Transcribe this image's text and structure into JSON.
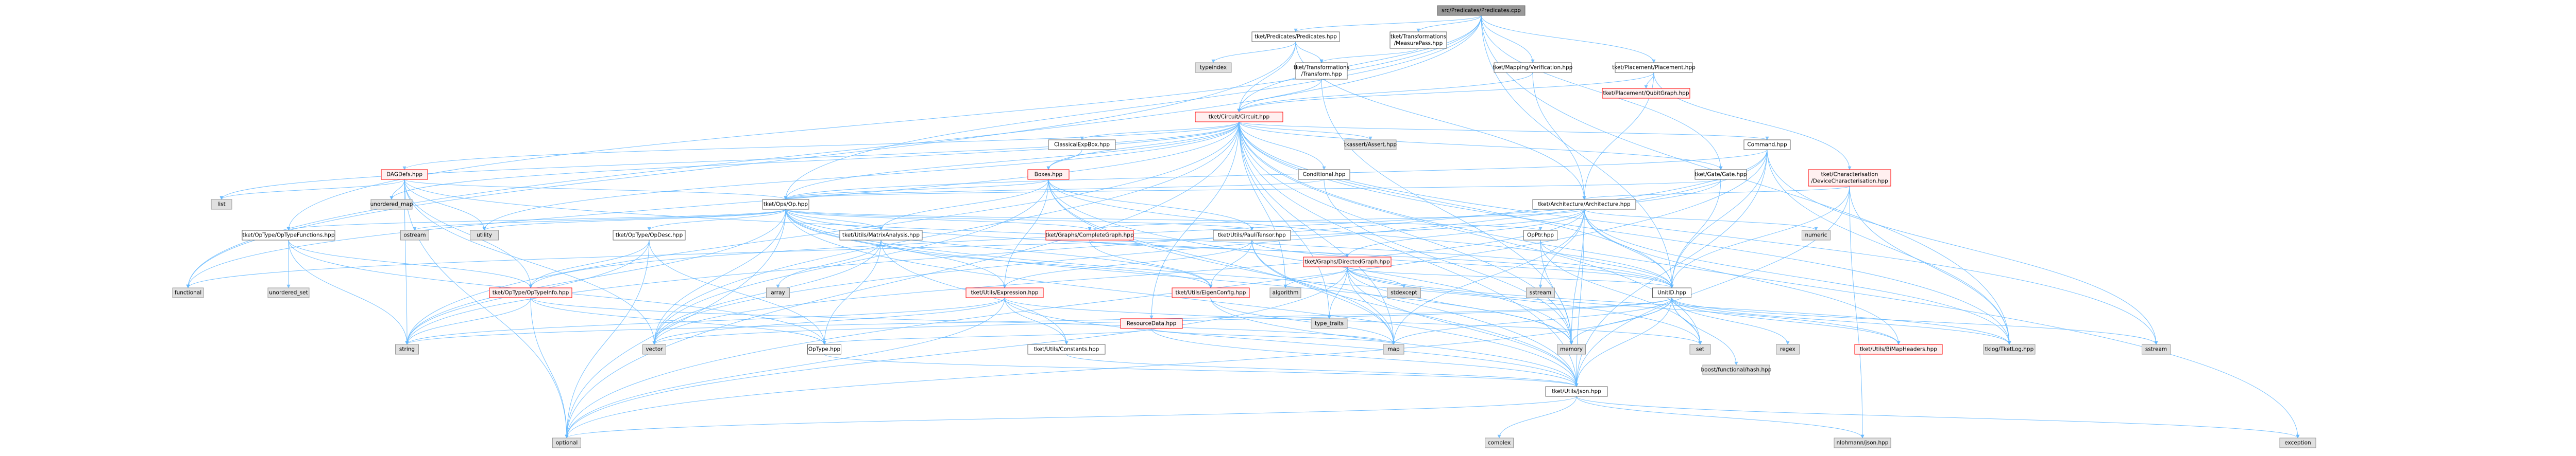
{
  "colors": {
    "root_fill": "#999999",
    "root_border": "#666666",
    "local_fill": "#ffffff",
    "local_border": "#666666",
    "red_fill": "#fff0f0",
    "red_border": "#ff0000",
    "red_text": "#ff0000",
    "ext_fill": "#e0e0e0",
    "ext_border": "#999999",
    "edge": "#63b8ff"
  },
  "nodes": [
    {
      "id": "root",
      "kind": "root",
      "lines": [
        "src/Predicates/Predicates.cpp"
      ]
    },
    {
      "id": "pred_hpp",
      "kind": "local",
      "lines": [
        "tket/Predicates/Predicates.hpp"
      ]
    },
    {
      "id": "measrw",
      "kind": "local",
      "lines": [
        "tket/Transformations",
        "/MeasurePass.hpp"
      ]
    },
    {
      "id": "mapverif",
      "kind": "local",
      "lines": [
        "tket/Mapping/Verification.hpp"
      ]
    },
    {
      "id": "placement",
      "kind": "local",
      "lines": [
        "tket/Placement/Placement.hpp"
      ]
    },
    {
      "id": "typeindex",
      "kind": "ext",
      "lines": [
        "typeindex"
      ]
    },
    {
      "id": "transform",
      "kind": "local",
      "lines": [
        "tket/Transformations",
        "/Transform.hpp"
      ]
    },
    {
      "id": "qubitgraph",
      "kind": "red",
      "lines": [
        "tket/Placement/QubitGraph.hpp"
      ]
    },
    {
      "id": "circuit",
      "kind": "red",
      "lines": [
        "tket/Circuit/Circuit.hpp"
      ]
    },
    {
      "id": "classicalexp",
      "kind": "local",
      "lines": [
        "ClassicalExpBox.hpp"
      ]
    },
    {
      "id": "tkassert",
      "kind": "ext",
      "lines": [
        "tkassert/Assert.hpp"
      ]
    },
    {
      "id": "command",
      "kind": "local",
      "lines": [
        "Command.hpp"
      ]
    },
    {
      "id": "dagdefs",
      "kind": "red",
      "lines": [
        "DAGDefs.hpp"
      ]
    },
    {
      "id": "boxes",
      "kind": "red",
      "lines": [
        "Boxes.hpp"
      ]
    },
    {
      "id": "conditional",
      "kind": "local",
      "lines": [
        "Conditional.hpp"
      ]
    },
    {
      "id": "gate",
      "kind": "local",
      "lines": [
        "tket/Gate/Gate.hpp"
      ]
    },
    {
      "id": "devchar",
      "kind": "red",
      "lines": [
        "tket/Characterisation",
        "/DeviceCharacterisation.hpp"
      ]
    },
    {
      "id": "list",
      "kind": "ext",
      "lines": [
        "list"
      ]
    },
    {
      "id": "unordered_map",
      "kind": "ext",
      "lines": [
        "unordered_map"
      ]
    },
    {
      "id": "op",
      "kind": "local",
      "lines": [
        "tket/Ops/Op.hpp"
      ]
    },
    {
      "id": "architecture",
      "kind": "local",
      "lines": [
        "tket/Architecture/Architecture.hpp"
      ]
    },
    {
      "id": "optypefns",
      "kind": "local",
      "lines": [
        "tket/OpType/OpTypeFunctions.hpp"
      ]
    },
    {
      "id": "ostream",
      "kind": "ext",
      "lines": [
        "ostream"
      ]
    },
    {
      "id": "utility",
      "kind": "ext",
      "lines": [
        "utility"
      ]
    },
    {
      "id": "optypedesc",
      "kind": "local",
      "lines": [
        "tket/OpType/OpDesc.hpp"
      ]
    },
    {
      "id": "matrixanalysis",
      "kind": "local",
      "lines": [
        "tket/Utils/MatrixAnalysis.hpp"
      ]
    },
    {
      "id": "completegraph",
      "kind": "red",
      "lines": [
        "tket/Graphs/CompleteGraph.hpp"
      ]
    },
    {
      "id": "paulitensor",
      "kind": "local",
      "lines": [
        "tket/Utils/PauliTensor.hpp"
      ]
    },
    {
      "id": "directedgraph",
      "kind": "red",
      "lines": [
        "tket/Graphs/DirectedGraph.hpp"
      ]
    },
    {
      "id": "opptr",
      "kind": "local",
      "lines": [
        "OpPtr.hpp"
      ]
    },
    {
      "id": "numeric",
      "kind": "ext",
      "lines": [
        "numeric"
      ]
    },
    {
      "id": "functional",
      "kind": "ext",
      "lines": [
        "functional"
      ]
    },
    {
      "id": "unordered_set",
      "kind": "ext",
      "lines": [
        "unordered_set"
      ]
    },
    {
      "id": "optypeinfo",
      "kind": "red",
      "lines": [
        "tket/OpType/OpTypeInfo.hpp"
      ]
    },
    {
      "id": "array",
      "kind": "ext",
      "lines": [
        "array"
      ]
    },
    {
      "id": "expression",
      "kind": "red",
      "lines": [
        "tket/Utils/Expression.hpp"
      ]
    },
    {
      "id": "eigenconfig",
      "kind": "red",
      "lines": [
        "tket/Utils/EigenConfig.hpp"
      ]
    },
    {
      "id": "resourcedata",
      "kind": "red",
      "lines": [
        "ResourceData.hpp"
      ]
    },
    {
      "id": "algorithm",
      "kind": "ext",
      "lines": [
        "algorithm"
      ]
    },
    {
      "id": "stdexcept",
      "kind": "ext",
      "lines": [
        "stdexcept"
      ]
    },
    {
      "id": "type_traits",
      "kind": "ext",
      "lines": [
        "type_traits"
      ]
    },
    {
      "id": "sstream",
      "kind": "ext",
      "lines": [
        "sstream"
      ]
    },
    {
      "id": "unitid",
      "kind": "local",
      "lines": [
        "UnitID.hpp"
      ]
    },
    {
      "id": "string",
      "kind": "ext",
      "lines": [
        "string"
      ]
    },
    {
      "id": "vector",
      "kind": "ext",
      "lines": [
        "vector"
      ]
    },
    {
      "id": "optype",
      "kind": "local",
      "lines": [
        "OpType.hpp"
      ]
    },
    {
      "id": "constants",
      "kind": "local",
      "lines": [
        "tket/Utils/Constants.hpp"
      ]
    },
    {
      "id": "map",
      "kind": "ext",
      "lines": [
        "map"
      ]
    },
    {
      "id": "memory",
      "kind": "ext",
      "lines": [
        "memory"
      ]
    },
    {
      "id": "set",
      "kind": "ext",
      "lines": [
        "set"
      ]
    },
    {
      "id": "boosthash",
      "kind": "ext",
      "lines": [
        "boost/functional/hash.hpp"
      ]
    },
    {
      "id": "regex",
      "kind": "ext",
      "lines": [
        "regex"
      ]
    },
    {
      "id": "bitmap",
      "kind": "red",
      "lines": [
        "tket/Utils/BiMapHeaders.hpp"
      ]
    },
    {
      "id": "tklog",
      "kind": "ext",
      "lines": [
        "tklog/TketLog.hpp"
      ]
    },
    {
      "id": "sstream2",
      "kind": "ext",
      "lines": [
        "sstream"
      ]
    },
    {
      "id": "json",
      "kind": "local",
      "lines": [
        "tket/Utils/Json.hpp"
      ]
    },
    {
      "id": "optional",
      "kind": "ext",
      "lines": [
        "optional"
      ]
    },
    {
      "id": "complex",
      "kind": "ext",
      "lines": [
        "complex"
      ]
    },
    {
      "id": "nlohmann",
      "kind": "ext",
      "lines": [
        "nlohmann/json.hpp"
      ]
    },
    {
      "id": "exception",
      "kind": "ext",
      "lines": [
        "exception"
      ]
    }
  ],
  "edges": [
    [
      "root",
      "pred_hpp"
    ],
    [
      "root",
      "measrw"
    ],
    [
      "root",
      "mapverif"
    ],
    [
      "root",
      "placement"
    ],
    [
      "root",
      "unitid"
    ],
    [
      "root",
      "gate"
    ],
    [
      "root",
      "op"
    ],
    [
      "root",
      "circuit"
    ],
    [
      "root",
      "optypefns"
    ],
    [
      "root",
      "tklog"
    ],
    [
      "root",
      "functional"
    ],
    [
      "pred_hpp",
      "typeindex"
    ],
    [
      "pred_hpp",
      "transform"
    ],
    [
      "pred_hpp",
      "circuit"
    ],
    [
      "pred_hpp",
      "architecture"
    ],
    [
      "pred_hpp",
      "functional"
    ],
    [
      "measrw",
      "transform"
    ],
    [
      "mapverif",
      "circuit"
    ],
    [
      "mapverif",
      "architecture"
    ],
    [
      "placement",
      "qubitgraph"
    ],
    [
      "placement",
      "circuit"
    ],
    [
      "placement",
      "architecture"
    ],
    [
      "placement",
      "devchar"
    ],
    [
      "transform",
      "circuit"
    ],
    [
      "transform",
      "memory"
    ],
    [
      "circuit",
      "classicalexp"
    ],
    [
      "circuit",
      "tkassert"
    ],
    [
      "circuit",
      "command"
    ],
    [
      "circuit",
      "dagdefs"
    ],
    [
      "circuit",
      "boxes"
    ],
    [
      "circuit",
      "conditional"
    ],
    [
      "circuit",
      "gate"
    ],
    [
      "circuit",
      "list"
    ],
    [
      "circuit",
      "unordered_map"
    ],
    [
      "circuit",
      "op"
    ],
    [
      "circuit",
      "resourcedata"
    ],
    [
      "circuit",
      "algorithm"
    ],
    [
      "circuit",
      "type_traits"
    ],
    [
      "circuit",
      "string"
    ],
    [
      "circuit",
      "vector"
    ],
    [
      "circuit",
      "map"
    ],
    [
      "circuit",
      "memory"
    ],
    [
      "circuit",
      "optional"
    ],
    [
      "circuit",
      "tklog"
    ],
    [
      "circuit",
      "sstream2"
    ],
    [
      "circuit",
      "unitid"
    ],
    [
      "circuit",
      "json"
    ],
    [
      "circuit",
      "exception"
    ],
    [
      "circuit",
      "functional"
    ],
    [
      "circuit",
      "utility"
    ],
    [
      "circuit",
      "set"
    ],
    [
      "classicalexp",
      "boxes"
    ],
    [
      "command",
      "op"
    ],
    [
      "command",
      "unitid"
    ],
    [
      "command",
      "string"
    ],
    [
      "command",
      "vector"
    ],
    [
      "command",
      "tklog"
    ],
    [
      "command",
      "json"
    ],
    [
      "command",
      "sstream2"
    ],
    [
      "command",
      "optional"
    ],
    [
      "dagdefs",
      "list"
    ],
    [
      "dagdefs",
      "unordered_map"
    ],
    [
      "dagdefs",
      "op"
    ],
    [
      "dagdefs",
      "optypeinfo"
    ],
    [
      "dagdefs",
      "unitid"
    ],
    [
      "dagdefs",
      "utility"
    ],
    [
      "dagdefs",
      "string"
    ],
    [
      "dagdefs",
      "vector"
    ],
    [
      "dagdefs",
      "optional"
    ],
    [
      "boxes",
      "op"
    ],
    [
      "boxes",
      "matrixanalysis"
    ],
    [
      "boxes",
      "paulitensor"
    ],
    [
      "boxes",
      "expression"
    ],
    [
      "boxes",
      "unitid"
    ],
    [
      "boxes",
      "json"
    ],
    [
      "boxes",
      "map"
    ],
    [
      "boxes",
      "vector"
    ],
    [
      "boxes",
      "memory"
    ],
    [
      "conditional",
      "op"
    ],
    [
      "conditional",
      "memory"
    ],
    [
      "gate",
      "op"
    ],
    [
      "gate",
      "unitid"
    ],
    [
      "gate",
      "optypeinfo"
    ],
    [
      "devchar",
      "architecture"
    ],
    [
      "devchar",
      "unitid"
    ],
    [
      "devchar",
      "json"
    ],
    [
      "devchar",
      "tklog"
    ],
    [
      "devchar",
      "nlohmann"
    ],
    [
      "op",
      "optypefns"
    ],
    [
      "op",
      "ostream"
    ],
    [
      "op",
      "utility"
    ],
    [
      "op",
      "optypedesc"
    ],
    [
      "op",
      "matrixanalysis"
    ],
    [
      "op",
      "completegraph"
    ],
    [
      "op",
      "paulitensor"
    ],
    [
      "op",
      "expression"
    ],
    [
      "op",
      "eigenconfig"
    ],
    [
      "op",
      "opptr"
    ],
    [
      "op",
      "unitid"
    ],
    [
      "op",
      "json"
    ],
    [
      "op",
      "string"
    ],
    [
      "op",
      "vector"
    ],
    [
      "op",
      "optional"
    ],
    [
      "op",
      "memory"
    ],
    [
      "op",
      "set"
    ],
    [
      "architecture",
      "completegraph"
    ],
    [
      "architecture",
      "directedgraph"
    ],
    [
      "architecture",
      "unitid"
    ],
    [
      "architecture",
      "json"
    ],
    [
      "architecture",
      "numeric"
    ],
    [
      "architecture",
      "bitmap"
    ],
    [
      "architecture",
      "tklog"
    ],
    [
      "architecture",
      "sstream"
    ],
    [
      "architecture",
      "functional"
    ],
    [
      "architecture",
      "vector"
    ],
    [
      "architecture",
      "map"
    ],
    [
      "architecture",
      "memory"
    ],
    [
      "optypefns",
      "unordered_set"
    ],
    [
      "optypefns",
      "optypeinfo"
    ],
    [
      "optypefns",
      "string"
    ],
    [
      "optypefns",
      "optype"
    ],
    [
      "optypedesc",
      "optypeinfo"
    ],
    [
      "optypedesc",
      "optional"
    ],
    [
      "optypedesc",
      "string"
    ],
    [
      "optypedesc",
      "optype"
    ],
    [
      "matrixanalysis",
      "eigenconfig"
    ],
    [
      "matrixanalysis",
      "array"
    ],
    [
      "matrixanalysis",
      "optype"
    ],
    [
      "matrixanalysis",
      "constants"
    ],
    [
      "matrixanalysis",
      "vector"
    ],
    [
      "completegraph",
      "directedgraph"
    ],
    [
      "completegraph",
      "eigenconfig"
    ],
    [
      "paulitensor",
      "eigenconfig"
    ],
    [
      "paulitensor",
      "expression"
    ],
    [
      "paulitensor",
      "unitid"
    ],
    [
      "paulitensor",
      "json"
    ],
    [
      "paulitensor",
      "map"
    ],
    [
      "directedgraph",
      "algorithm"
    ],
    [
      "directedgraph",
      "stdexcept"
    ],
    [
      "directedgraph",
      "type_traits"
    ],
    [
      "directedgraph",
      "map"
    ],
    [
      "directedgraph",
      "memory"
    ],
    [
      "directedgraph",
      "optional"
    ],
    [
      "directedgraph",
      "unitid"
    ],
    [
      "directedgraph",
      "tklog"
    ],
    [
      "directedgraph",
      "bitmap"
    ],
    [
      "directedgraph",
      "json"
    ],
    [
      "opptr",
      "memory"
    ],
    [
      "opptr",
      "set"
    ],
    [
      "opptr",
      "unitid"
    ],
    [
      "optypeinfo",
      "optype"
    ],
    [
      "optypeinfo",
      "optional"
    ],
    [
      "optypeinfo",
      "string"
    ],
    [
      "optypeinfo",
      "map"
    ],
    [
      "expression",
      "vector"
    ],
    [
      "expression",
      "string"
    ],
    [
      "expression",
      "optional"
    ],
    [
      "expression",
      "constants"
    ],
    [
      "expression",
      "json"
    ],
    [
      "expression",
      "set"
    ],
    [
      "eigenconfig",
      "json"
    ],
    [
      "eigenconfig",
      "map"
    ],
    [
      "resourcedata",
      "map"
    ],
    [
      "resourcedata",
      "json"
    ],
    [
      "resourcedata",
      "optype"
    ],
    [
      "unitid",
      "boosthash"
    ],
    [
      "unitid",
      "regex"
    ],
    [
      "unitid",
      "bitmap"
    ],
    [
      "unitid",
      "tklog"
    ],
    [
      "unitid",
      "sstream2"
    ],
    [
      "unitid",
      "json"
    ],
    [
      "unitid",
      "string"
    ],
    [
      "unitid",
      "vector"
    ],
    [
      "unitid",
      "map"
    ],
    [
      "unitid",
      "memory"
    ],
    [
      "unitid",
      "set"
    ],
    [
      "unitid",
      "optional"
    ],
    [
      "optype",
      "json"
    ],
    [
      "constants",
      "json"
    ],
    [
      "json",
      "optional"
    ],
    [
      "json",
      "complex"
    ],
    [
      "json",
      "nlohmann"
    ],
    [
      "json",
      "exception"
    ]
  ]
}
